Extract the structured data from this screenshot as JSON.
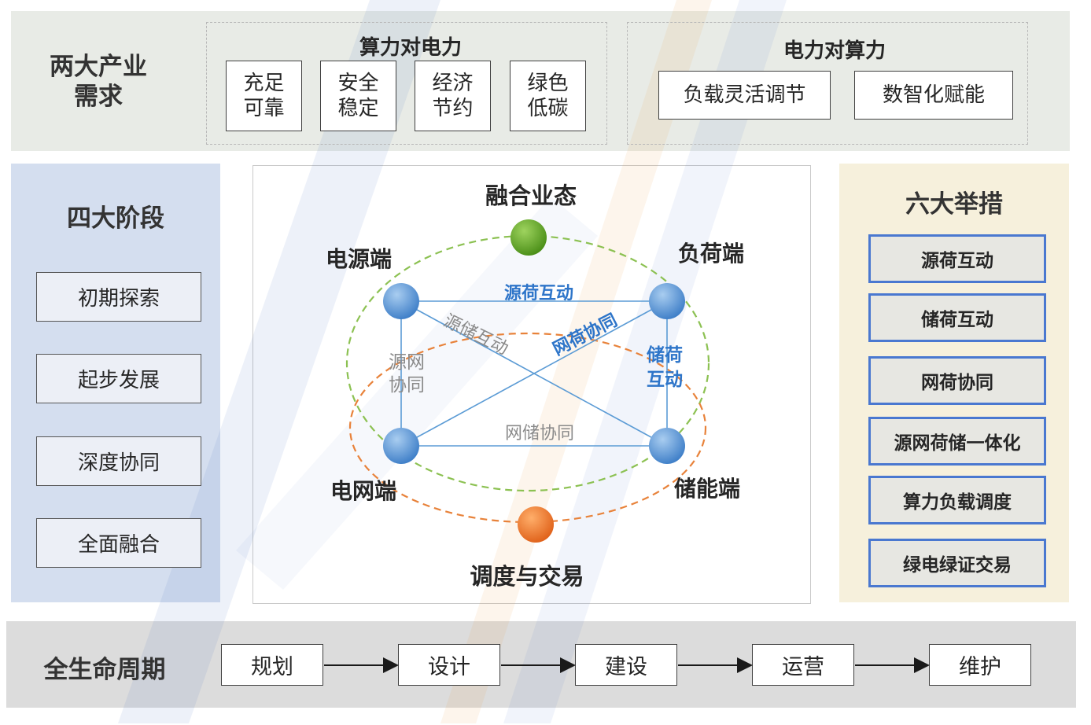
{
  "top": {
    "title_line1": "两大产业",
    "title_line2": "需求",
    "group1": {
      "heading": "算力对电力",
      "items": [
        {
          "line1": "充足",
          "line2": "可靠"
        },
        {
          "line1": "安全",
          "line2": "稳定"
        },
        {
          "line1": "经济",
          "line2": "节约"
        },
        {
          "line1": "绿色",
          "line2": "低碳"
        }
      ]
    },
    "group2": {
      "heading": "电力对算力",
      "items": [
        "负载灵活调节",
        "数智化赋能"
      ]
    }
  },
  "left": {
    "title": "四大阶段",
    "stages": [
      "初期探索",
      "起步发展",
      "深度协同",
      "全面融合"
    ]
  },
  "center": {
    "top_label": "融合业态",
    "bottom_label": "调度与交易",
    "nodes": {
      "source": "电源端",
      "load": "负荷端",
      "grid": "电网端",
      "storage": "储能端"
    },
    "links": {
      "source_load": "源荷互动",
      "source_storage": "源储互动",
      "grid_load": "网荷协同",
      "source_grid_1": "源网",
      "source_grid_2": "协同",
      "load_storage_1": "储荷",
      "load_storage_2": "互动",
      "grid_storage": "网储协同"
    },
    "colors": {
      "green_node": "#5aa520",
      "orange_node": "#f07a2a",
      "blue_node": "#5b9bd5",
      "green_dash": "#8cc152",
      "orange_dash": "#e8823a",
      "link_line": "#5b9bd5",
      "label_blue": "#2e75c9",
      "label_gray": "#8a8a8a"
    }
  },
  "right": {
    "title": "六大举措",
    "measures": [
      "源荷互动",
      "储荷互动",
      "网荷协同",
      "源网荷储一体化",
      "算力负载调度",
      "绿电绿证交易"
    ]
  },
  "bottom": {
    "title": "全生命周期",
    "steps": [
      "规划",
      "设计",
      "建设",
      "运营",
      "维护"
    ]
  }
}
